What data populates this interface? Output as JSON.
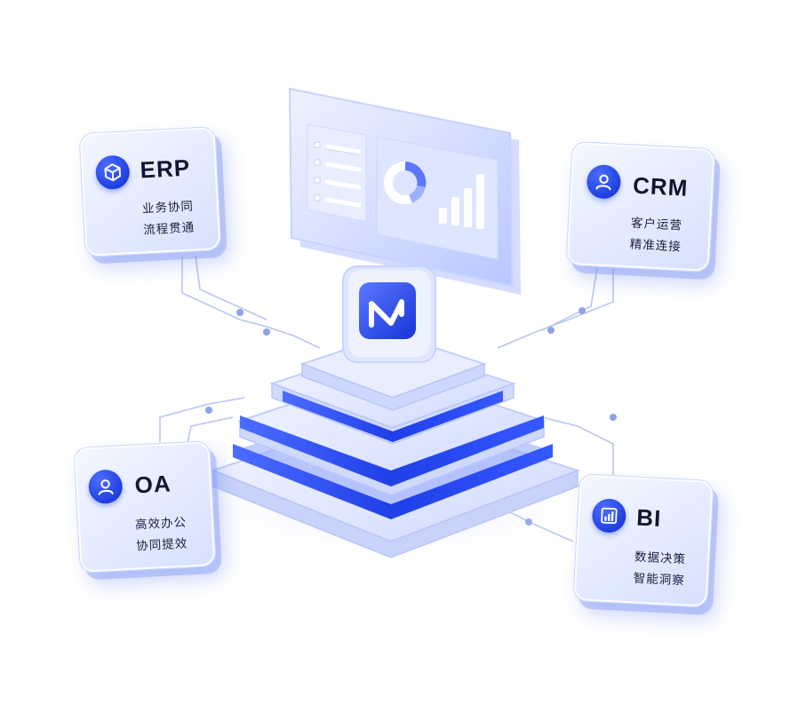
{
  "cards": {
    "erp": {
      "title": "ERP",
      "line1": "业务协同",
      "line2": "流程贯通",
      "icon": "cube-icon"
    },
    "crm": {
      "title": "CRM",
      "line1": "客户运营",
      "line2": "精准连接",
      "icon": "user-icon"
    },
    "oa": {
      "title": "OA",
      "line1": "高效办公",
      "line2": "协同提效",
      "icon": "user-icon"
    },
    "bi": {
      "title": "BI",
      "line1": "数据决策",
      "line2": "智能洞察",
      "icon": "bar-chart-icon"
    }
  },
  "center": {
    "logo": "N-logo-icon"
  },
  "colors": {
    "accent": "#1f3fe0",
    "glass": "#dfe7ff",
    "glass_edge": "#c9d5ff",
    "text": "#111633"
  }
}
